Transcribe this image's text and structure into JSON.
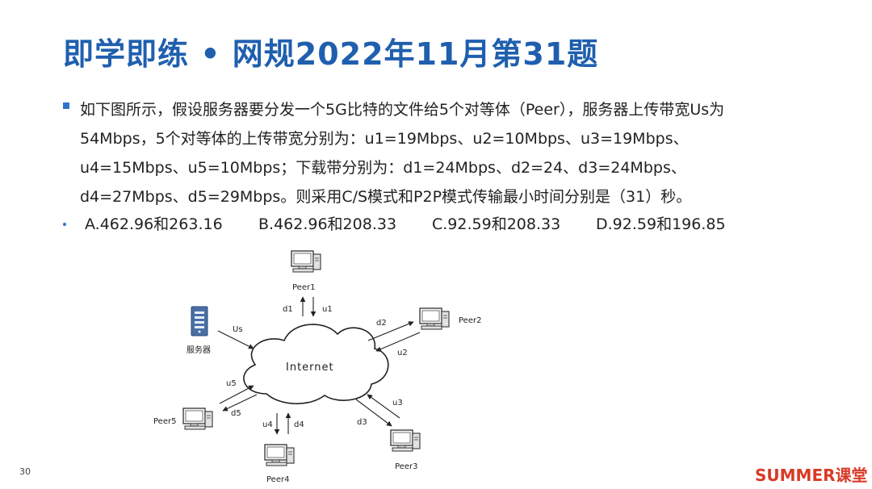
{
  "title": "即学即练 • 网规2022年11月第31题",
  "question": {
    "lines": [
      "如下图所示，假设服务器要分发一个5G比特的文件给5个对等体（Peer），服务器上传带宽Us为",
      "54Mbps，5个对等体的上传带宽分别为：u1=19Mbps、u2=10Mbps、u3=19Mbps、",
      "u4=15Mbps、u5=10Mbps；下载带分别为：d1=24Mbps、d2=24、d3=24Mbps、",
      "d4=27Mbps、d5=29Mbps。则采用C/S模式和P2P模式传输最小时间分别是（31）秒。"
    ]
  },
  "options": {
    "a": "A.462.96和263.16",
    "b": "B.462.96和208.33",
    "c": "C.92.59和208.33",
    "d": "D.92.59和196.85"
  },
  "diagram": {
    "cloud": "Internet",
    "server": "服务器",
    "us": "Us",
    "peer1": "Peer1",
    "peer2": "Peer2",
    "peer3": "Peer3",
    "peer4": "Peer4",
    "peer5": "Peer5",
    "d1": "d1",
    "u1": "u1",
    "d2": "d2",
    "u2": "u2",
    "d3": "d3",
    "u3": "u3",
    "d4": "d4",
    "u4": "u4",
    "d5": "d5",
    "u5": "u5"
  },
  "footer": {
    "page_number": "30",
    "brand": "SUMMER课堂"
  },
  "colors": {
    "title": "#1f5fae",
    "bullet": "#2e74c9",
    "brand": "#d93a26",
    "server": "#4a6fa5"
  }
}
